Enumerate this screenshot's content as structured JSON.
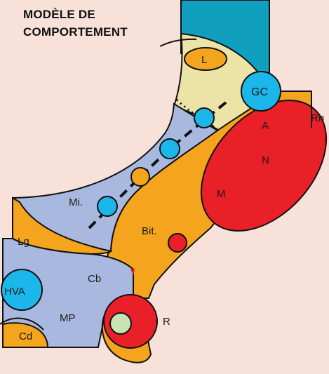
{
  "title": {
    "line1": "MODÈLE DE",
    "line2": "COMPORTEMENT"
  },
  "labels": {
    "L": "L",
    "GC": "GC",
    "A": "A",
    "Rh": "Rh",
    "N": "N",
    "M": "M",
    "Mi": "Mi.",
    "Bit": "Bit.",
    "Lg": "Lg",
    "Cb": "Cb",
    "HVA": "HVA",
    "MP": "MP",
    "R": "R",
    "Cd": "Cd"
  },
  "colors": {
    "background": "#f7e1d9",
    "teal": "#119fbf",
    "pale_yellow": "#ece3a6",
    "blue_grey": "#a9b8df",
    "orange": "#f4a51d",
    "red": "#ea2029",
    "cyan": "#1cb7ea",
    "light_green": "#c5e3b4"
  }
}
